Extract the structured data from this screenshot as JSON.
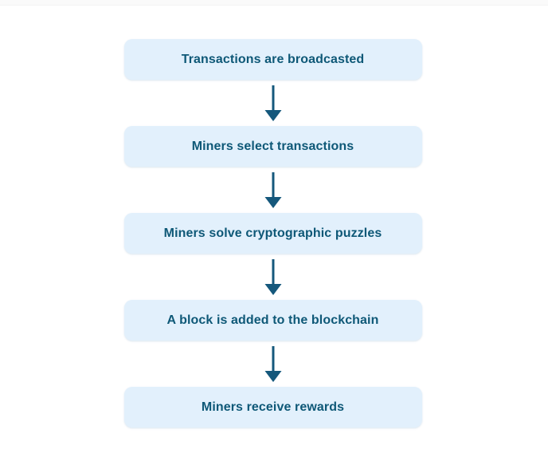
{
  "page": {
    "background": "#ffffff",
    "top_strip_color": "#fafafa"
  },
  "flowchart": {
    "type": "vertical-flow",
    "box_fill": "#e2f0fc",
    "text_color": "#0e5877",
    "arrow_color": "#15587c",
    "steps": [
      {
        "label": "Transactions are broadcasted"
      },
      {
        "label": "Miners select transactions"
      },
      {
        "label": "Miners solve cryptographic puzzles"
      },
      {
        "label": "A block is added to the blockchain"
      },
      {
        "label": "Miners receive rewards"
      }
    ]
  }
}
